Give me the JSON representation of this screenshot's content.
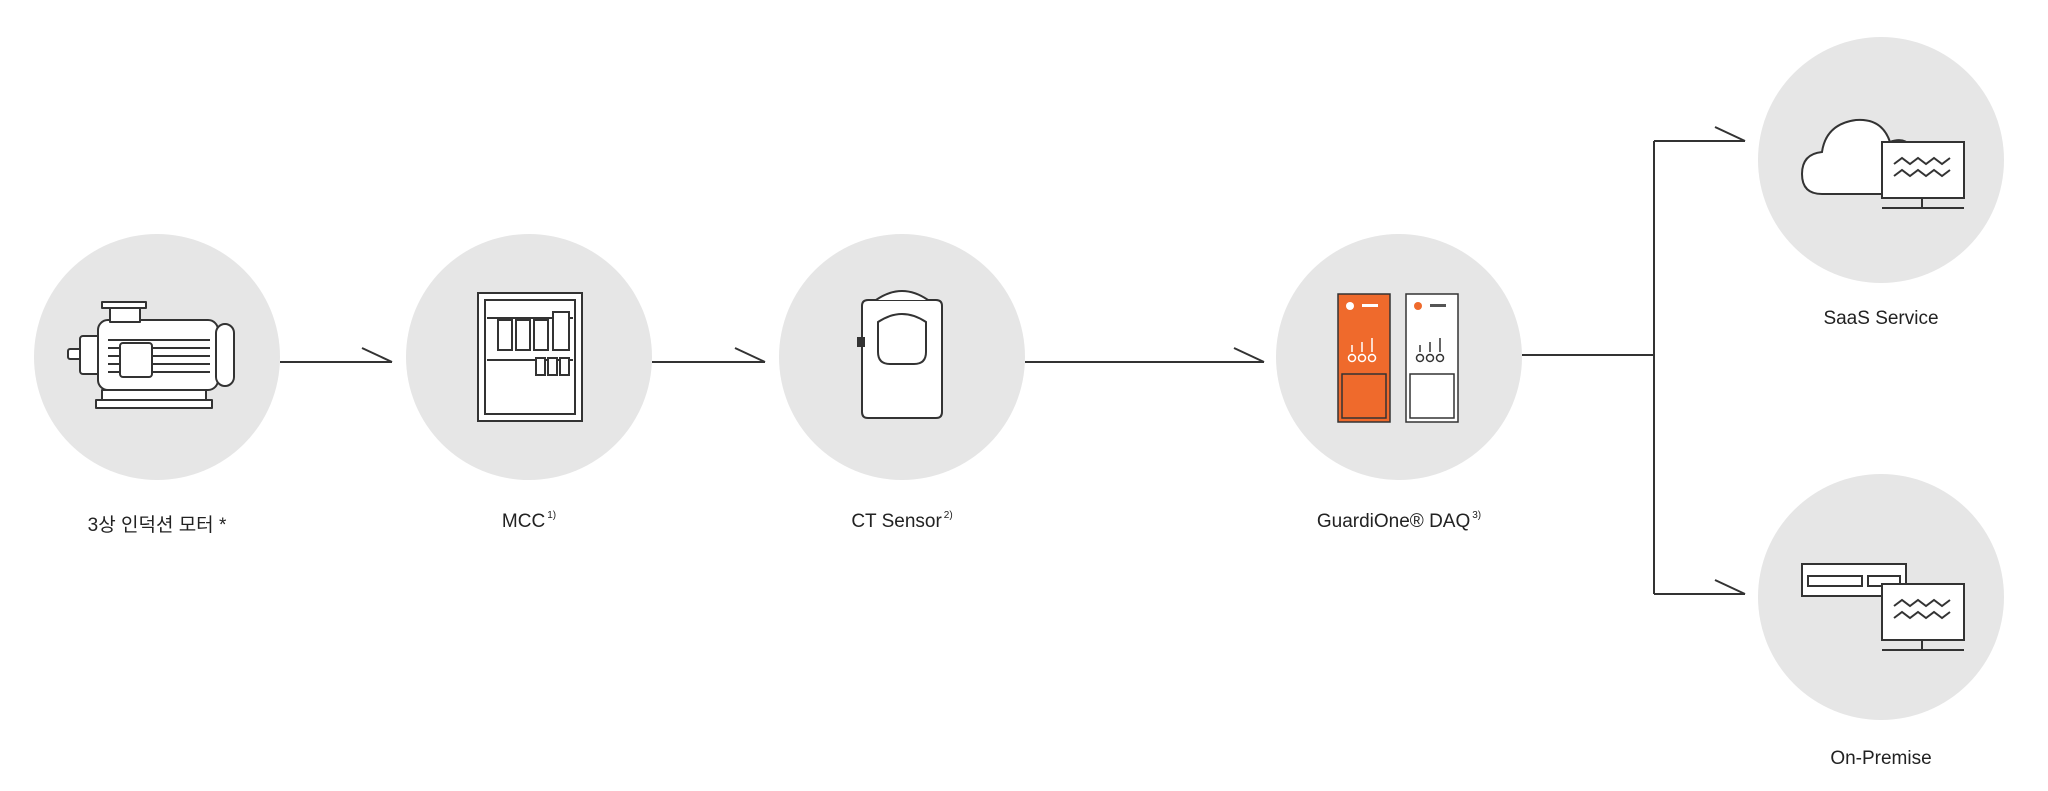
{
  "nodes": [
    {
      "id": "motor",
      "label": "3상 인덕션 모터 *",
      "footnote": "",
      "icon": "motor-icon"
    },
    {
      "id": "mcc",
      "label": "MCC",
      "footnote": "1)",
      "icon": "control-cabinet-icon"
    },
    {
      "id": "ct",
      "label": "CT Sensor",
      "footnote": "2)",
      "icon": "ct-clamp-icon"
    },
    {
      "id": "daq",
      "label": "GuardiOne® DAQ",
      "footnote": "3)",
      "icon": "daq-devices-icon"
    },
    {
      "id": "saas",
      "label": "SaaS Service",
      "footnote": "",
      "icon": "cloud-monitor-icon"
    },
    {
      "id": "onprem",
      "label": "On-Premise",
      "footnote": "",
      "icon": "server-monitor-icon"
    }
  ],
  "colors": {
    "circle": "#e6e6e6",
    "line": "#333333",
    "accent": "#ef6a2c",
    "text": "#222222"
  }
}
